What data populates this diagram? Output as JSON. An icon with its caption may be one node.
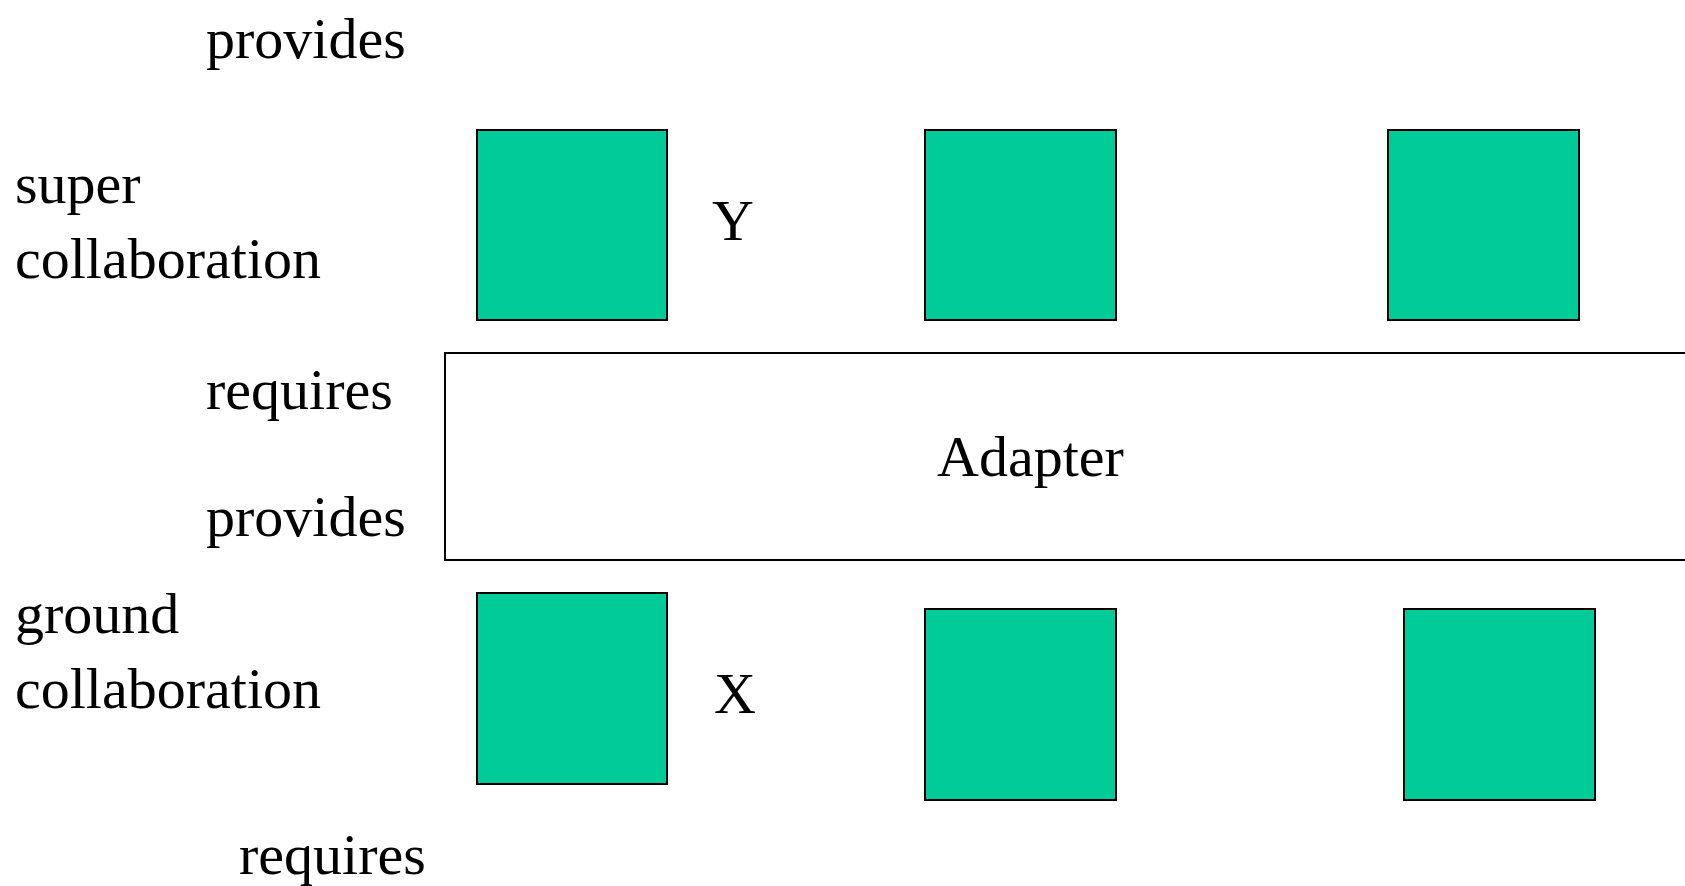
{
  "diagram": {
    "nodes": [
      {
        "text": [],
        "shape": "box"
      },
      {
        "text": [],
        "shape": "box"
      },
      {
        "text": [],
        "shape": "box"
      },
      {
        "text": [
          "Adapter"
        ]
      },
      {
        "text": [],
        "shape": "box"
      },
      {
        "text": [],
        "shape": "box"
      },
      {
        "text": [],
        "shape": "box"
      }
    ],
    "edges": [],
    "labels": [
      "provides",
      "super collaboration",
      "Y",
      "requires",
      "provides",
      "ground collaboration",
      "X",
      "requires"
    ]
  }
}
